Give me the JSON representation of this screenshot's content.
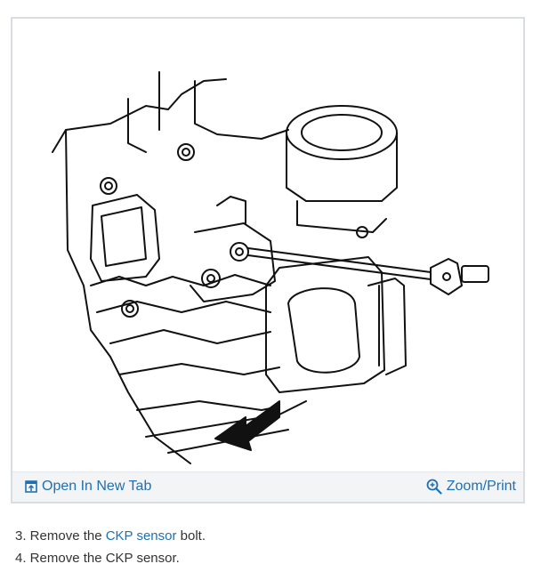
{
  "figure": {
    "image_icon": "engine-ckp-sensor-line-drawing",
    "toolbar": {
      "open_tab_label": "Open In New Tab",
      "open_tab_icon": "open-in-new-tab-icon",
      "zoom_label": "Zoom/Print",
      "zoom_icon": "magnifier-plus-icon"
    }
  },
  "steps": [
    {
      "prefix": "3. Remove the ",
      "link": "CKP sensor",
      "suffix": " bolt."
    },
    {
      "text": "4. Remove the CKP sensor."
    }
  ],
  "colors": {
    "link": "#1f6fb2",
    "toolbar_bg": "#f3f4f6",
    "frame_border": "#d9dde2",
    "text": "#333333"
  }
}
